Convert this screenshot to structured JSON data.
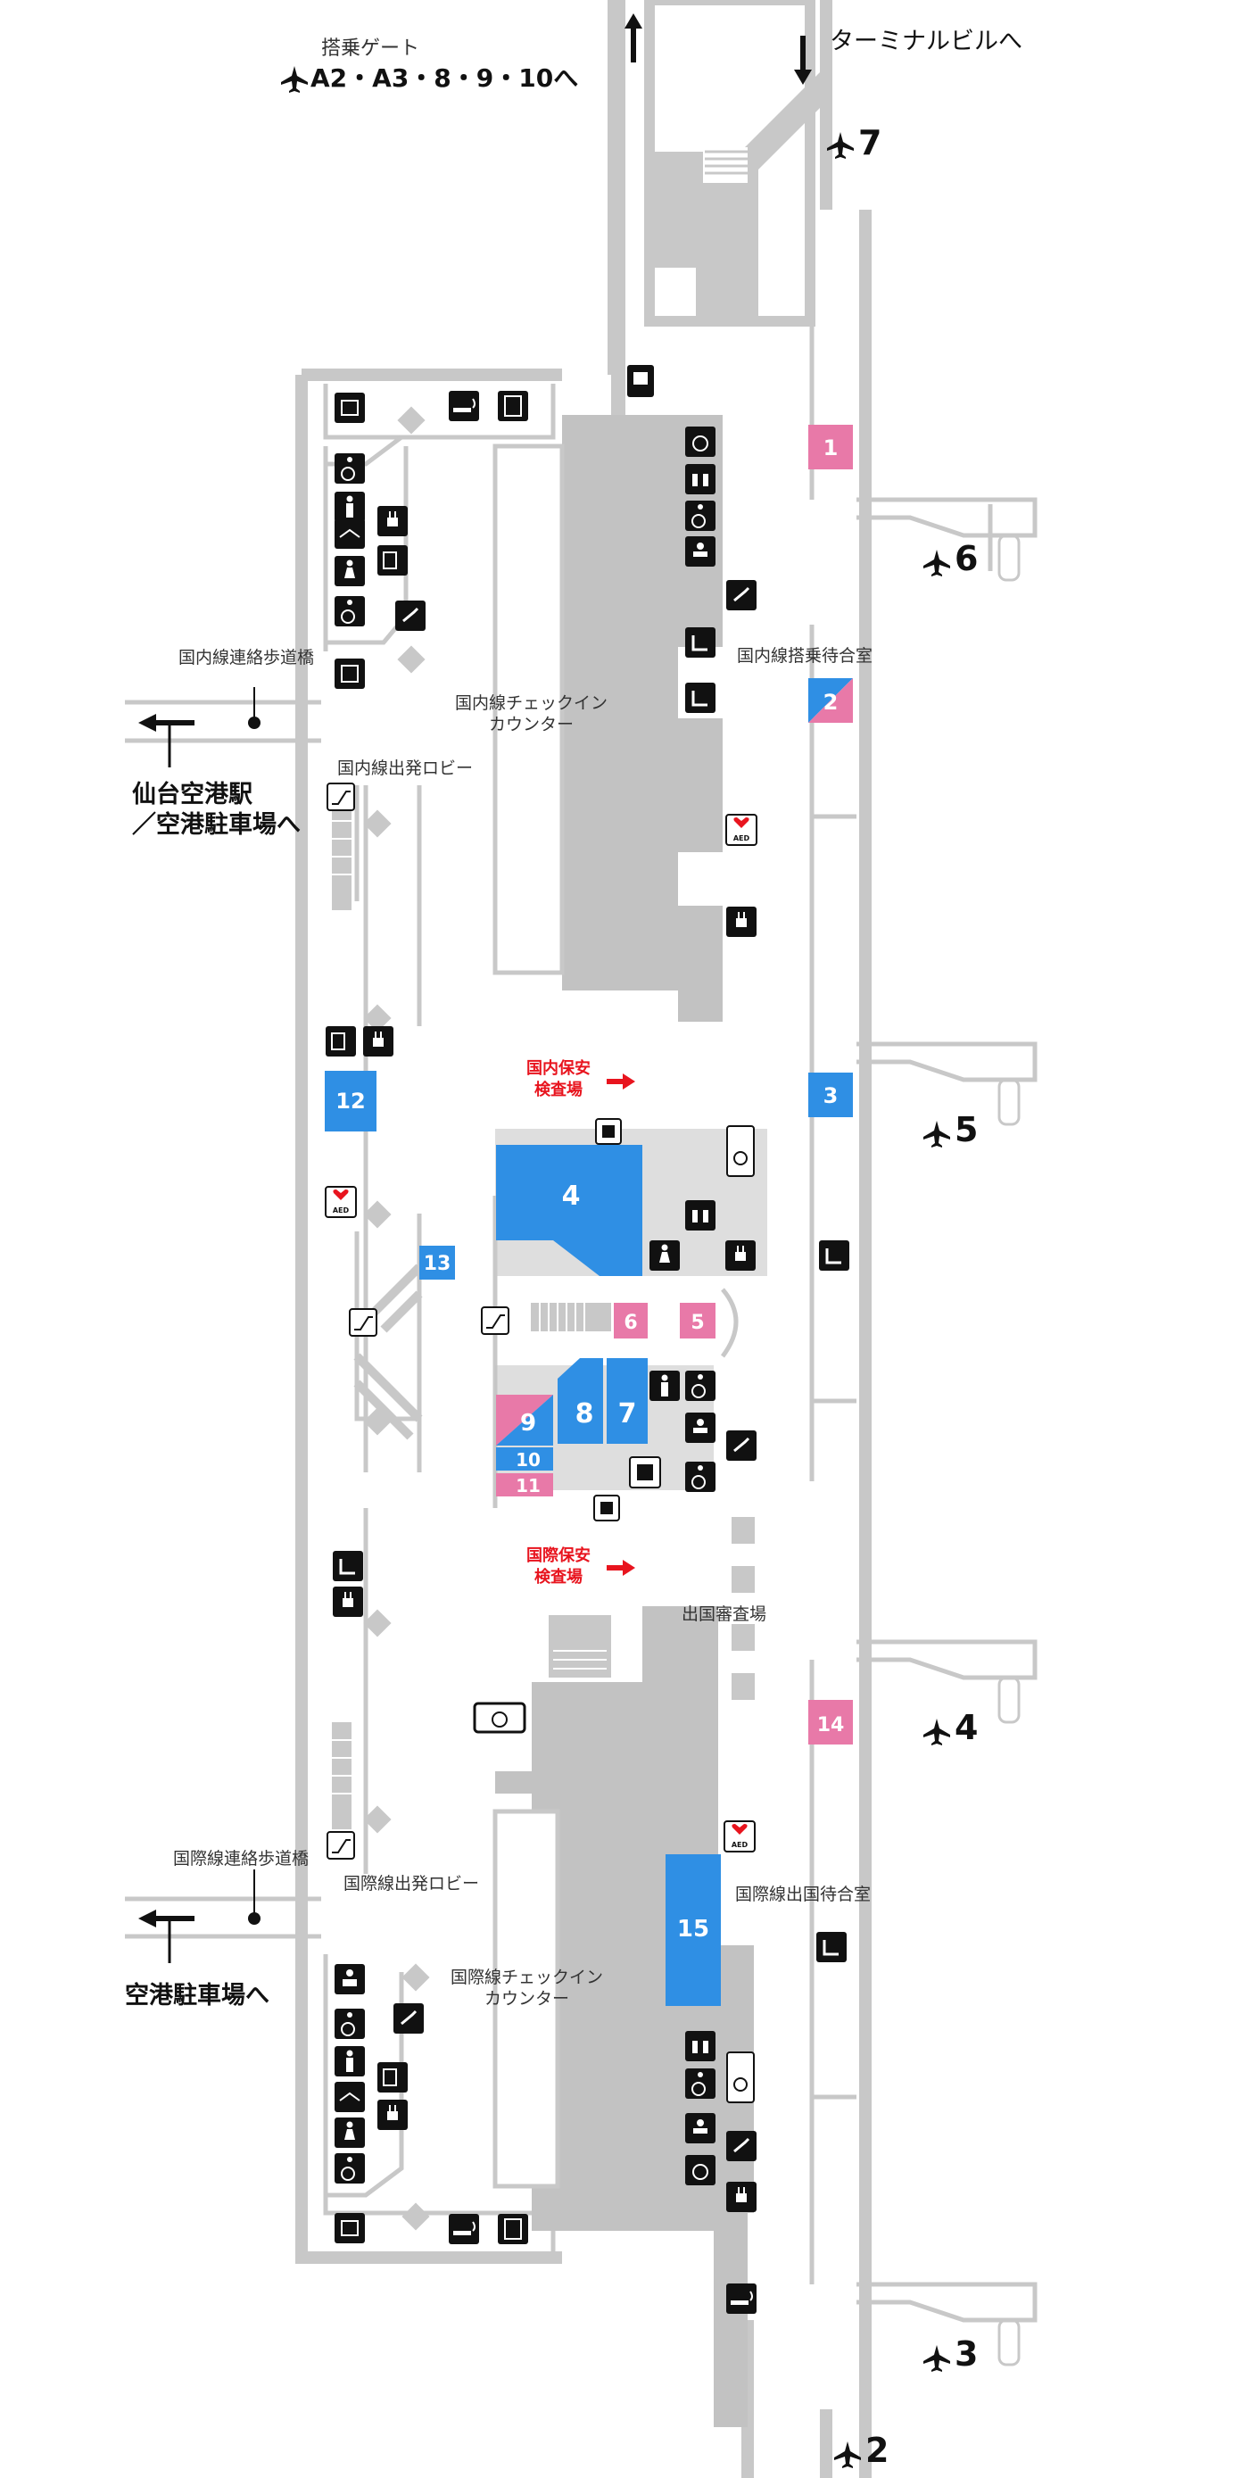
{
  "header": {
    "boarding_gate_title": "搭乗ゲート",
    "boarding_gate_list": "A2・A3・8・9・10へ",
    "terminal_building": "ターミナルビルへ"
  },
  "gates": [
    {
      "id": "7",
      "label": "7"
    },
    {
      "id": "6",
      "label": "6"
    },
    {
      "id": "5",
      "label": "5"
    },
    {
      "id": "4",
      "label": "4"
    },
    {
      "id": "3",
      "label": "3"
    },
    {
      "id": "2",
      "label": "2"
    }
  ],
  "areas": {
    "domestic_bridge": "国内線連絡歩道橋",
    "domestic_checkin": "国内線チェックイン\nカウンター",
    "domestic_lobby": "国内線出発ロビー",
    "domestic_waiting": "国内線搭乗待合室",
    "sendai_station_1": "仙台空港駅",
    "sendai_station_2": "／空港駐車場へ",
    "domestic_security": "国内保安\n検査場",
    "international_security": "国際保安\n検査場",
    "immigration": "出国審査場",
    "international_bridge": "国際線連絡歩道橋",
    "international_lobby": "国際線出発ロビー",
    "international_checkin": "国際線チェックイン\nカウンター",
    "international_waiting": "国際線出国待合室",
    "parking": "空港駐車場へ"
  },
  "numbered_spots": [
    {
      "id": "1",
      "label": "1",
      "color": "pink"
    },
    {
      "id": "2",
      "label": "2",
      "color": "split"
    },
    {
      "id": "3",
      "label": "3",
      "color": "blue"
    },
    {
      "id": "4",
      "label": "4",
      "color": "blue"
    },
    {
      "id": "5",
      "label": "5",
      "color": "pink"
    },
    {
      "id": "6",
      "label": "6",
      "color": "pink"
    },
    {
      "id": "7",
      "label": "7",
      "color": "blue"
    },
    {
      "id": "8",
      "label": "8",
      "color": "blue"
    },
    {
      "id": "9",
      "label": "9",
      "color": "split"
    },
    {
      "id": "10",
      "label": "10",
      "color": "blue"
    },
    {
      "id": "11",
      "label": "11",
      "color": "pink"
    },
    {
      "id": "12",
      "label": "12",
      "color": "blue"
    },
    {
      "id": "13",
      "label": "13",
      "color": "blue"
    },
    {
      "id": "14",
      "label": "14",
      "color": "pink"
    },
    {
      "id": "15",
      "label": "15",
      "color": "blue"
    }
  ],
  "aed_text": "AED",
  "colors": {
    "blue": "#2f8fe4",
    "pink": "#e879a8",
    "wall": "#c8c8c8",
    "counter": "#c2c2c2",
    "icon": "#111111",
    "accent_red": "#e8141e"
  }
}
